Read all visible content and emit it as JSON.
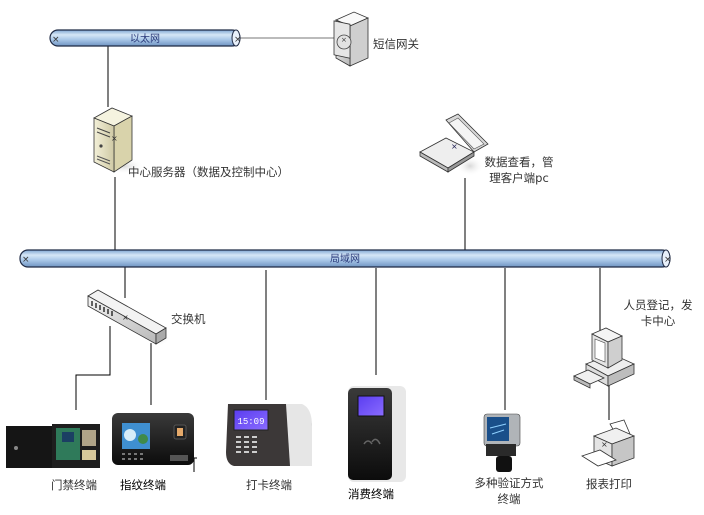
{
  "diagram": {
    "title": "",
    "buses": {
      "ethernet": {
        "label": "以太网"
      },
      "lan": {
        "label": "局域网"
      }
    },
    "nodes": {
      "sms_gateway": {
        "label": "短信网关",
        "icon": "sms-gateway-icon"
      },
      "central_server": {
        "label": "中心服务器（数据及控制中心）",
        "icon": "server-icon"
      },
      "client_pc": {
        "label_line1": "数据查看，管",
        "label_line2": "理客户端pc",
        "icon": "laptop-icon"
      },
      "switch": {
        "label": "交换机",
        "icon": "switch-icon"
      },
      "registration_center": {
        "label_line1": "人员登记，发",
        "label_line2": "卡中心",
        "icon": "desktop-pc-icon"
      },
      "access_control": {
        "label": "门禁终端",
        "icon": "access-controller-icon"
      },
      "fingerprint": {
        "label": "指纹终端",
        "icon": "fingerprint-terminal-icon"
      },
      "attendance": {
        "label": "打卡终端",
        "icon": "time-clock-icon",
        "screen_time": "15:09"
      },
      "consumption": {
        "label": "消费终端",
        "icon": "pos-card-reader-icon"
      },
      "multi_auth": {
        "label_line1": "多种验证方式",
        "label_line2": "终端",
        "icon": "multi-auth-terminal-icon"
      },
      "report_print": {
        "label": "报表打印",
        "icon": "printer-icon"
      }
    },
    "colors": {
      "bus_fill": "#a9c7e8",
      "bus_highlight": "#d6e6f6",
      "bus_stroke": "#1f2a44",
      "line": "#000000"
    }
  }
}
